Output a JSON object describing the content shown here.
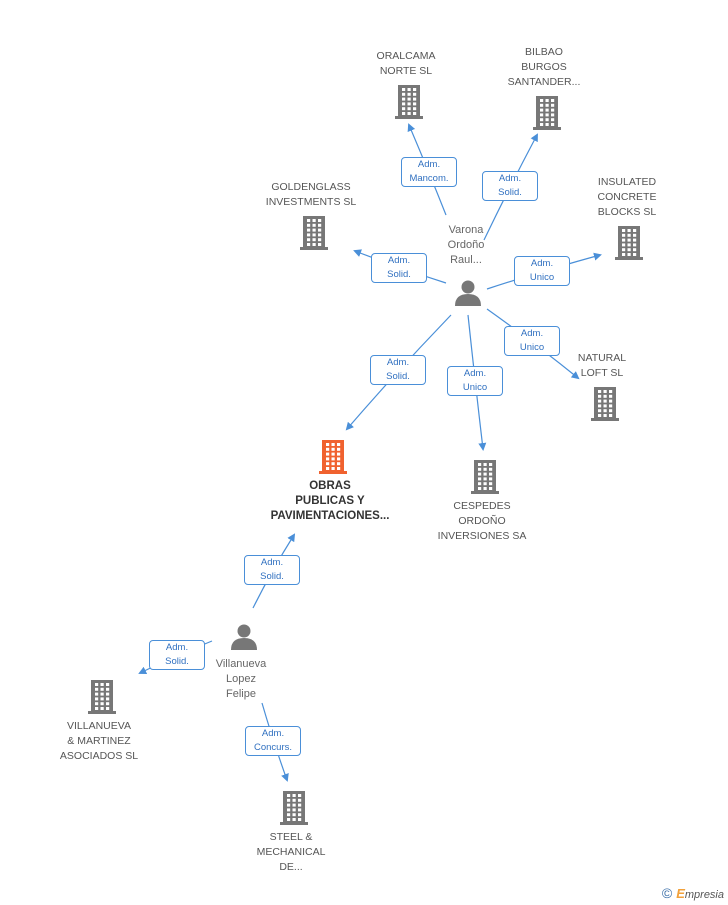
{
  "persons": [
    {
      "id": "varona",
      "label": "Varona\nOrdoño\nRaul..."
    },
    {
      "id": "villanueva",
      "label": "Villanueva\nLopez\nFelipe"
    }
  ],
  "companies": [
    {
      "id": "oralcama",
      "label": "ORALCAMA\nNORTE SL",
      "main": false
    },
    {
      "id": "bilbao",
      "label": "BILBAO\nBURGOS\nSANTANDER...",
      "main": false
    },
    {
      "id": "goldenglass",
      "label": "GOLDENGLASS\nINVESTMENTS SL",
      "main": false
    },
    {
      "id": "insulated",
      "label": "INSULATED\nCONCRETE\nBLOCKS SL",
      "main": false
    },
    {
      "id": "natural",
      "label": "NATURAL\nLOFT SL",
      "main": false
    },
    {
      "id": "obras",
      "label": "OBRAS\nPUBLICAS Y\nPAVIMENTACIONES...",
      "main": true
    },
    {
      "id": "cespedes",
      "label": "CESPEDES\nORDOÑO\nINVERSIONES SA",
      "main": false
    },
    {
      "id": "villanueva_martinez",
      "label": "VILLANUEVA\n& MARTINEZ\nASOCIADOS SL",
      "main": false
    },
    {
      "id": "steel",
      "label": "STEEL &\nMECHANICAL\nDE...",
      "main": false
    }
  ],
  "roles": [
    {
      "id": "r_oralcama",
      "label": "Adm.\nMancom.",
      "from": "varona",
      "to": "oralcama"
    },
    {
      "id": "r_bilbao",
      "label": "Adm.\nSolid.",
      "from": "varona",
      "to": "bilbao"
    },
    {
      "id": "r_goldenglass",
      "label": "Adm.\nSolid.",
      "from": "varona",
      "to": "goldenglass"
    },
    {
      "id": "r_insulated",
      "label": "Adm.\nUnico",
      "from": "varona",
      "to": "insulated"
    },
    {
      "id": "r_natural",
      "label": "Adm.\nUnico",
      "from": "varona",
      "to": "natural"
    },
    {
      "id": "r_obras_v",
      "label": "Adm.\nSolid.",
      "from": "varona",
      "to": "obras"
    },
    {
      "id": "r_cespedes",
      "label": "Adm.\nUnico",
      "from": "varona",
      "to": "cespedes"
    },
    {
      "id": "r_obras_f",
      "label": "Adm.\nSolid.",
      "from": "villanueva",
      "to": "obras"
    },
    {
      "id": "r_vm",
      "label": "Adm.\nSolid.",
      "from": "villanueva",
      "to": "villanueva_martinez"
    },
    {
      "id": "r_steel",
      "label": "Adm.\nConcurs.",
      "from": "villanueva",
      "to": "steel"
    }
  ],
  "colors": {
    "edge": "#4a8fd8",
    "building": "#777777",
    "main_building": "#f0622f",
    "person": "#777777"
  },
  "footer": {
    "copyright": "©",
    "brand_initial": "E",
    "brand_rest": "mpresia"
  }
}
